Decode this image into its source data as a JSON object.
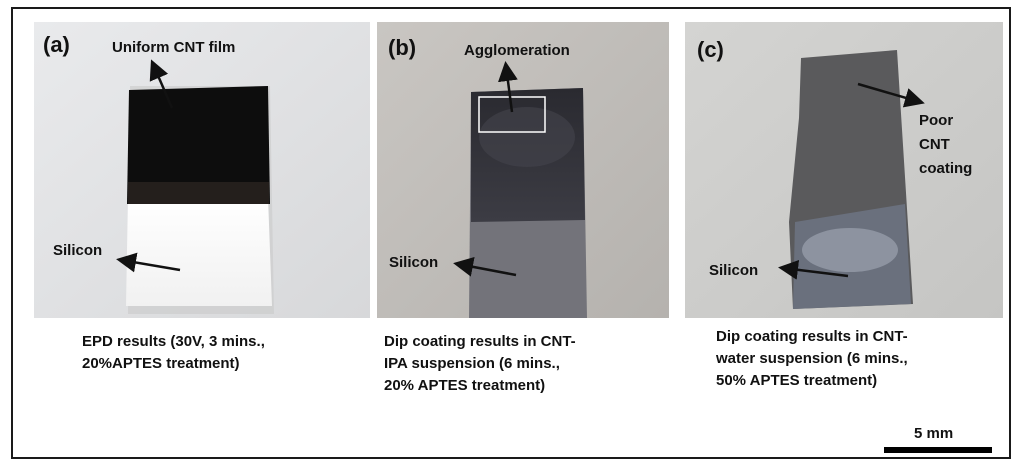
{
  "panels": [
    {
      "label": "(a)",
      "annotations": [
        "Uniform CNT film",
        "Silicon"
      ],
      "caption": "EPD results (30V, 3 mins.,\n20%APTES treatment)"
    },
    {
      "label": "(b)",
      "annotations": [
        "Agglomeration",
        "Silicon"
      ],
      "caption": "Dip coating results in CNT-\nIPA suspension (6 mins.,\n20% APTES treatment)"
    },
    {
      "label": "(c)",
      "annotations": [
        "Poor\nCNT\ncoating",
        "Silicon"
      ],
      "caption": "Dip coating results in CNT-\nwater suspension (6 mins.,\n50% APTES treatment)"
    }
  ],
  "scale_bar": {
    "label": "5 mm"
  }
}
